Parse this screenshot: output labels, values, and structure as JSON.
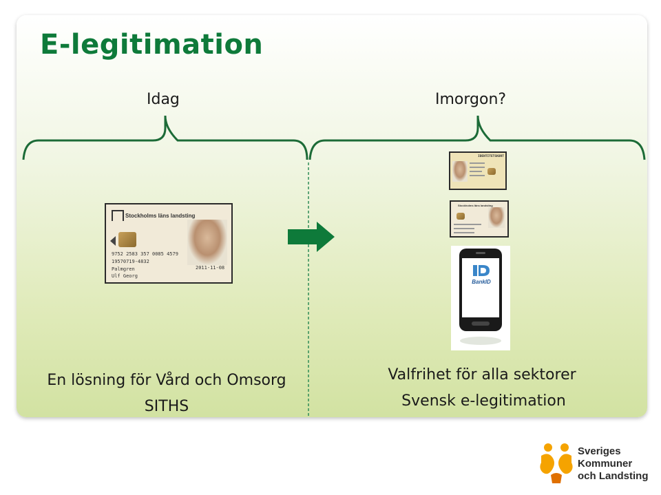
{
  "slide": {
    "title": "E-legitimation",
    "today_label": "Idag",
    "tomorrow_label": "Imorgon?",
    "left_caption_line1": "En lösning för Vård och Omsorg",
    "left_caption_line2": "SITHS",
    "right_caption_line1": "Valfrihet för alla sektorer",
    "right_caption_line2": "Svensk e-legitimation"
  },
  "siths_card": {
    "issuer": "Stockholms läns landsting",
    "number": "9752 2583 357 0085 4579",
    "personal_id": "19570719-4832",
    "surname": "Palmgren",
    "given_name": "Ulf Georg",
    "date": "2011-11-08"
  },
  "id_card": {
    "heading": "IDENTITETSKORT"
  },
  "small_card": {
    "issuer": "Stockholms läns landsting"
  },
  "phone": {
    "app_name": "BankID"
  },
  "logo": {
    "line1": "Sveriges",
    "line2": "Kommuner",
    "line3": "och Landsting"
  },
  "colors": {
    "title": "#0e7a3a",
    "bracket": "#1c6b37",
    "arrow": "#0e7a3a",
    "logo_orange": "#f5a300"
  },
  "icons": [
    "right-arrow-icon",
    "bankid-icon",
    "skl-logo-icon"
  ]
}
